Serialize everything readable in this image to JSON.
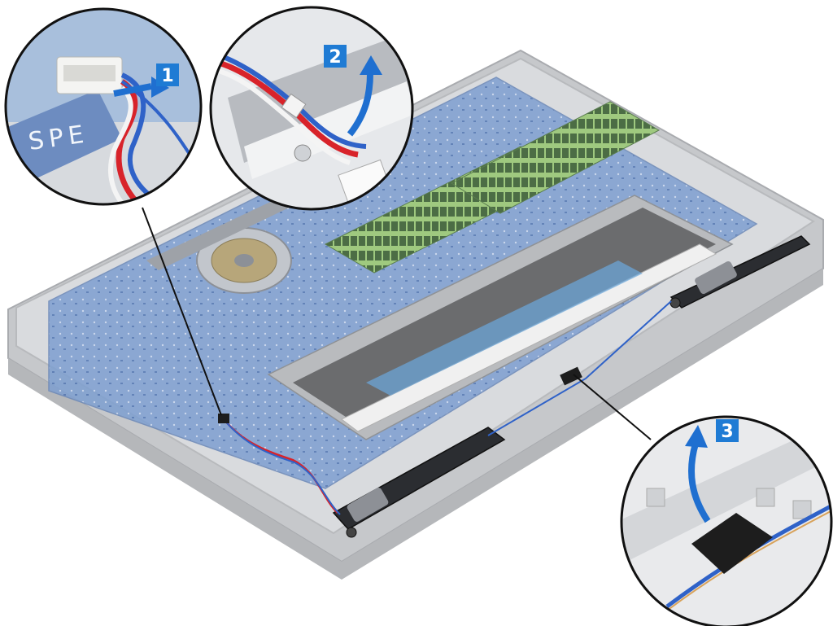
{
  "figure": {
    "type": "exploded-hardware-diagram",
    "colors": {
      "callout_badge": "#1f7bd4",
      "arrow": "#1f6fd0",
      "board": "#5b86c8",
      "chassis": "#d4d6d9",
      "wire_red": "#d8232a",
      "wire_blue": "#2f62c8",
      "tape": "#1d1d1d"
    }
  },
  "callouts": [
    {
      "step": "1",
      "icon": "arrow-right-icon"
    },
    {
      "step": "2",
      "icon": "arrow-up-icon"
    },
    {
      "step": "3",
      "icon": "arrow-up-icon"
    }
  ],
  "board_text": {
    "connector_silkscreen": "SPE"
  }
}
